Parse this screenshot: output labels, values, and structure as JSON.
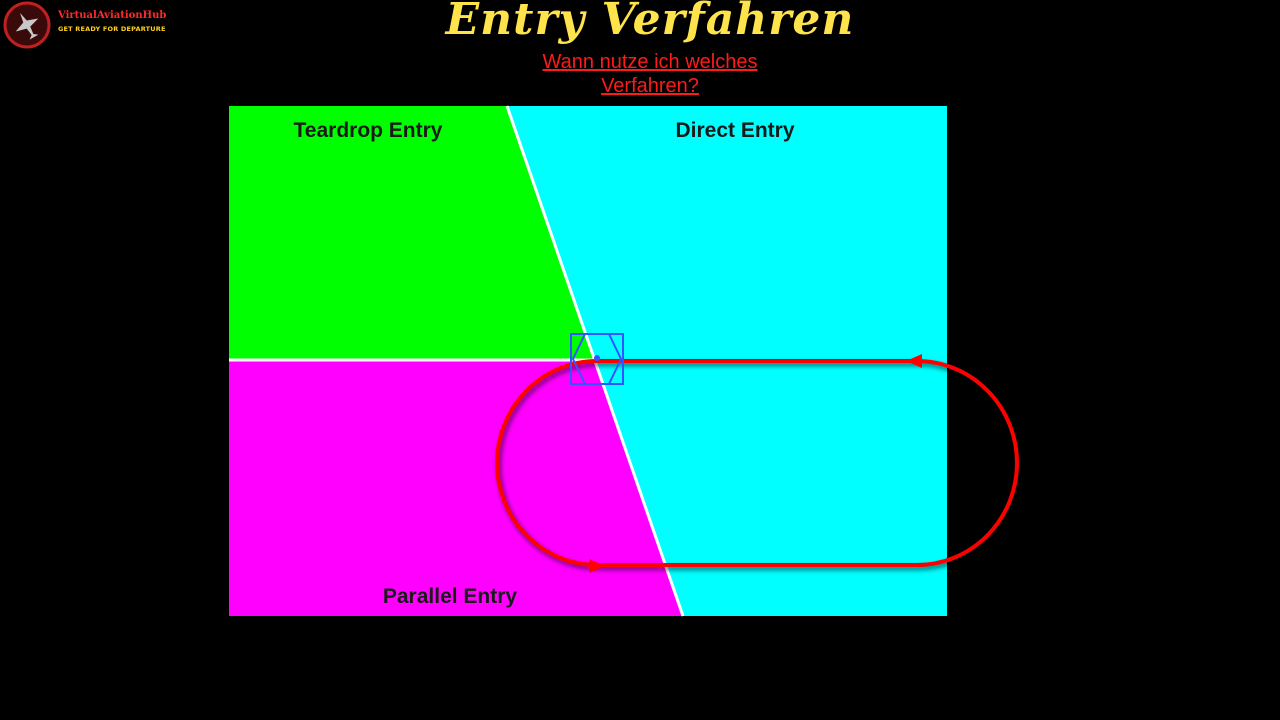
{
  "logo": {
    "name": "VirtualAviationHub",
    "tagline": "GET READY FOR DEPARTURE"
  },
  "title": "Entry Verfahren",
  "subtitle": {
    "line1": "Wann nutze ich welches",
    "line2": "Verfahren?"
  },
  "sectors": {
    "teardrop": "Teardrop Entry",
    "direct": "Direct Entry",
    "parallel": "Parallel Entry"
  },
  "colors": {
    "teardrop": "#00ff00",
    "direct": "#00ffff",
    "parallel": "#ff00ff",
    "holding_track": "#ff0000",
    "fix": "#3355ff",
    "title": "#ffe34a",
    "subtitle": "#ff1a1a"
  }
}
